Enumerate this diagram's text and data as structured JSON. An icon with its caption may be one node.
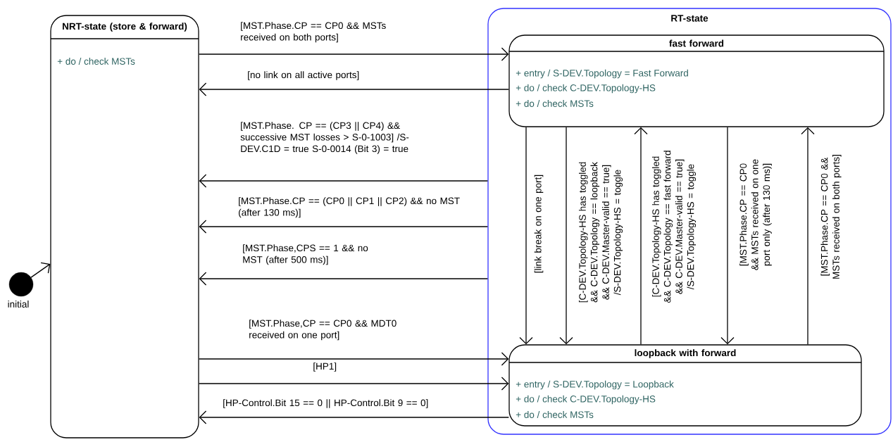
{
  "diagram": {
    "nodes": [
      {
        "text": [
          "NRT-state (store & forward)",
          "+ do / check MSTs"
        ]
      },
      {
        "text": [
          "RT-state"
        ]
      },
      {
        "text": [
          "fast forward",
          "+ entry / S-DEV.Topology = Fast Forward",
          "+ do / check C-DEV.Topology-HS",
          "+ do / check MSTs"
        ],
        "in": 1
      },
      {
        "text": [
          "loopback with forward",
          "+ entry / S-DEV.Topology = Loopback",
          "+ do / check C-DEV.Topology-HS",
          "+ do / check MSTs"
        ],
        "in": 1
      },
      {
        "text": [],
        "shape": "circle",
        "beside": [
          "initial"
        ]
      }
    ],
    "edges": [
      {
        "from": 0,
        "to": 2,
        "arrow": "to",
        "label": "[MST.Phase.CP == CP0 && MSTs received on both ports]"
      },
      {
        "from": 2,
        "to": 0,
        "arrow": "to",
        "label": "[no link on all active ports]"
      },
      {
        "from": 1,
        "to": 0,
        "arrow": "to",
        "label": "[MST.Phase. CP == (CP3 || CP4) && successive MST losses > S-0-1003] /S-DEV.C1D = true S-0-0014 (Bit 3) = true"
      },
      {
        "from": 1,
        "to": 0,
        "arrow": "to",
        "label": "[MST.Phase.CP == (CP0 || CP1 || CP2) && no MST (after 130 ms)]"
      },
      {
        "from": 1,
        "to": 0,
        "arrow": "to",
        "label": "[MST.Phase,CPS == 1 && no MST (after 500 ms)]"
      },
      {
        "from": 0,
        "to": 3,
        "arrow": "to",
        "label": "[MST.Phase,CP == CP0 && MDT0 received on one port]"
      },
      {
        "from": 0,
        "to": 3,
        "arrow": "to",
        "label": "[HP1]"
      },
      {
        "from": 3,
        "to": 0,
        "arrow": "to",
        "label": "[HP-Control.Bit 15 == 0 || HP-Control.Bit 9 == 0]"
      },
      {
        "from": 4,
        "to": 0,
        "arrow": "to"
      },
      {
        "from": 2,
        "to": 3,
        "arrow": "to",
        "label": "[link break on one port]"
      },
      {
        "from": 2,
        "to": 3,
        "arrow": "to",
        "label": "[C-DEV.Topology-HS has toggled && C-DEV.Topology == loopback && C-DEV.Master-valid == true] /S-DEV.Topology-HS = toggle"
      },
      {
        "from": 3,
        "to": 2,
        "arrow": "to",
        "label": "[C-DEV.Topology-HS has toggled && C-DEV.Topology == fast forward && C-DEV.Master-valid == true] /S-DEV.Topology-HS = toggle"
      },
      {
        "from": 2,
        "to": 3,
        "arrow": "to",
        "label": "[MST.Phase.CP == CP0 && MSTs received on one port only (after 130 ms)]"
      },
      {
        "from": 3,
        "to": 2,
        "arrow": "to",
        "label": "[MST.Phase.CP == CP0 && MSTs received on both ports]"
      }
    ]
  }
}
